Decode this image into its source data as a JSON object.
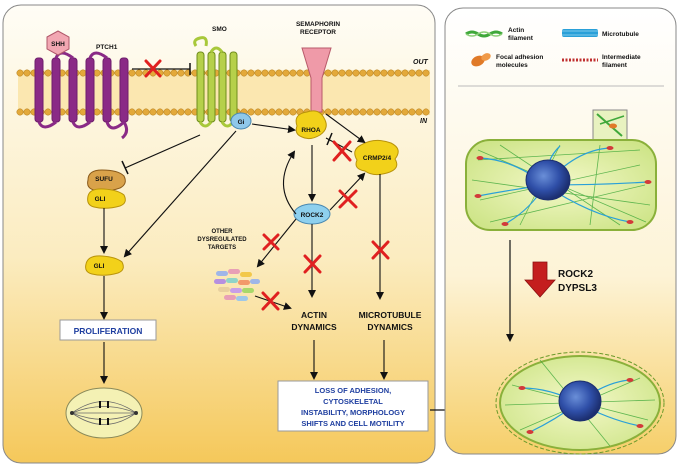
{
  "colors": {
    "panel_top": "#fffdf5",
    "panel_bottom": "#f7cf63",
    "membrane": "#e8b84a",
    "ptch1": "#8a2a86",
    "smo": "#a8c83a",
    "semaphorin": "#ef9aa8",
    "yellow_protein": "#f2d11a",
    "rock2": "#7fc9e8",
    "inhibit_x": "#e02020",
    "actin": "#3fa83a",
    "microtubule": "#2aa0d8",
    "focal_adhesion": "#e07a28",
    "intermediate": "#c03030",
    "big_arrow": "#c41e1e"
  },
  "left_panel": {
    "membrane_labels": {
      "out": "OUT",
      "in": "IN"
    },
    "proteins": {
      "shh": "SHH",
      "ptch1": "PTCH1",
      "smo": "SMO",
      "gi": "Gi",
      "semaphorin_receptor_line1": "SEMAPHORIN",
      "semaphorin_receptor_line2": "RECEPTOR",
      "rhoa": "RHOA",
      "crmp": "CRMP2/4",
      "rock2": "ROCK2",
      "sufu": "SUFU",
      "gli_complex": "GLI",
      "gli_free": "GLI"
    },
    "labels": {
      "other_targets_line1": "OTHER",
      "other_targets_line2": "DYSREGULATED",
      "other_targets_line3": "TARGETS",
      "proliferation": "PROLIFERATION",
      "actin_line1": "ACTIN",
      "actin_line2": "DYNAMICS",
      "microtubule_line1": "MICROTUBULE",
      "microtubule_line2": "DYNAMICS",
      "outcome_line1": "LOSS OF ADHESION,",
      "outcome_line2": "CYTOSKELETAL",
      "outcome_line3": "INSTABILITY, MORPHOLOGY",
      "outcome_line4": "SHIFTS AND CELL MOTILITY"
    }
  },
  "right_panel": {
    "legend": {
      "actin_line1": "Actin",
      "actin_line2": "filament",
      "microtubule": "Microtubule",
      "focal_line1": "Focal adhesion",
      "focal_line2": "molecules",
      "intermediate_line1": "Intermediate",
      "intermediate_line2": "filament"
    },
    "downregulated_genes": [
      "ROCK2",
      "DYPSL3"
    ]
  }
}
